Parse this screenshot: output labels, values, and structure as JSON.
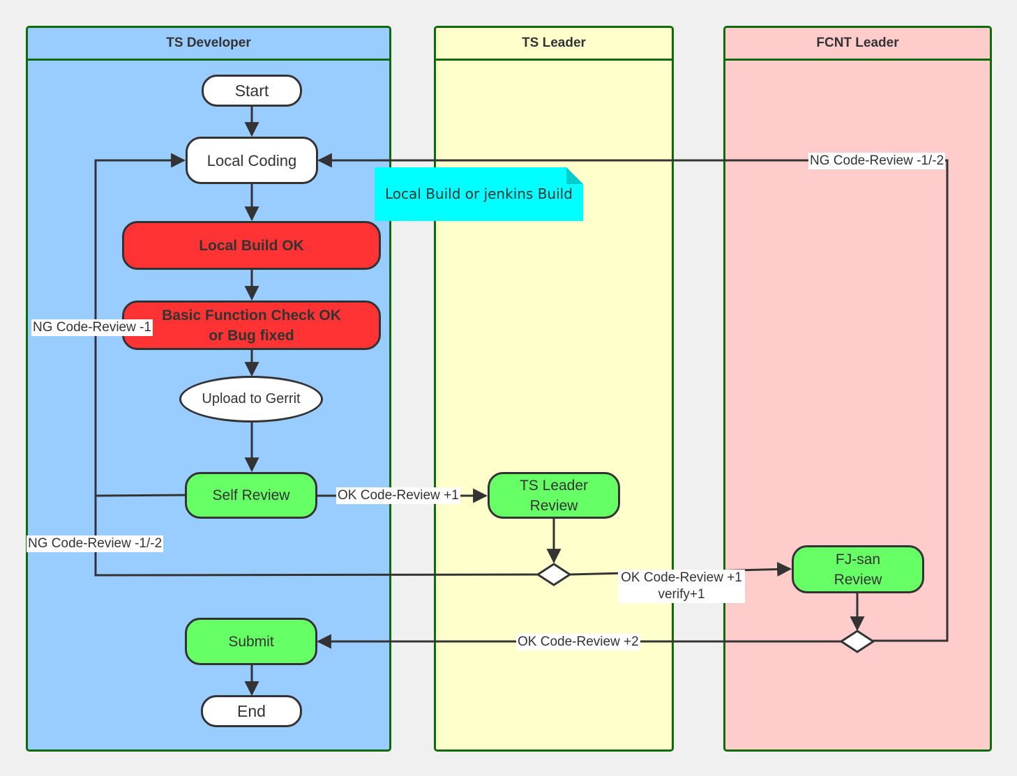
{
  "lanes": {
    "developer": "TS Developer",
    "leader": "TS Leader",
    "fcnt": "FCNT Leader"
  },
  "colors": {
    "lane_developer": "#99ccff",
    "lane_leader": "#ffffcc",
    "lane_fcnt": "#ffcccc",
    "lane_border": "#0d6b0d",
    "node_red": "#ff3333",
    "node_green": "#66ff66",
    "note": "#00ffff",
    "line": "#333333"
  },
  "nodes": {
    "start": "Start",
    "local_coding": "Local Coding",
    "local_build_ok": "Local Build OK",
    "basic_check": "Basic Function Check OK\nor Bug fixed",
    "upload": "Upload to Gerrit",
    "self_review": "Self Review",
    "ts_leader_review": "TS Leader\nReview",
    "fj_review": "FJ-san\nReview",
    "submit": "Submit",
    "end": "End"
  },
  "note": "Local Build or jenkins Build",
  "edge_labels": {
    "ng_fcnt": "NG Code-Review -1/-2",
    "ng_self": "NG Code-Review -1",
    "ok_self": "OK Code-Review +1",
    "ng_leader": "NG Code-Review -1/-2",
    "ok_leader": "OK Code-Review +1\nverify+1",
    "ok_fcnt": "OK Code-Review +2"
  }
}
